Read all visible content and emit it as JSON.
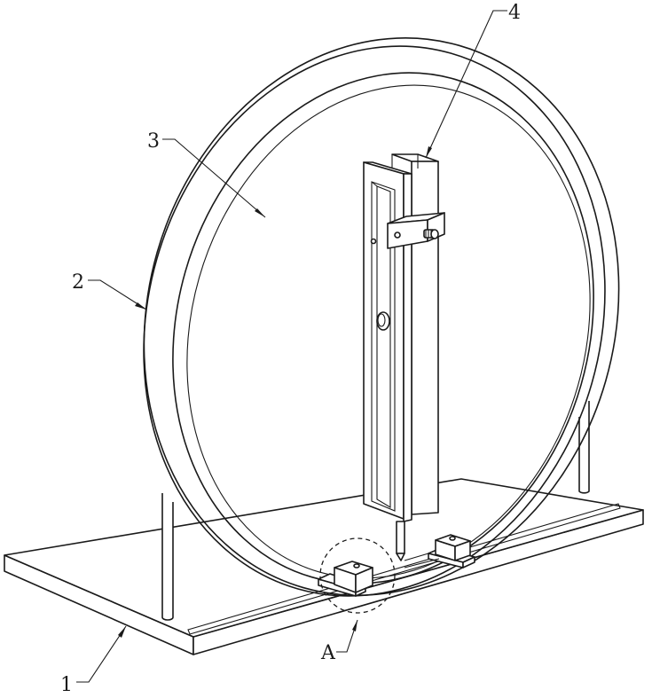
{
  "labels": {
    "base": "1",
    "ring": "2",
    "disc": "3",
    "holder": "4",
    "detail": "A"
  }
}
